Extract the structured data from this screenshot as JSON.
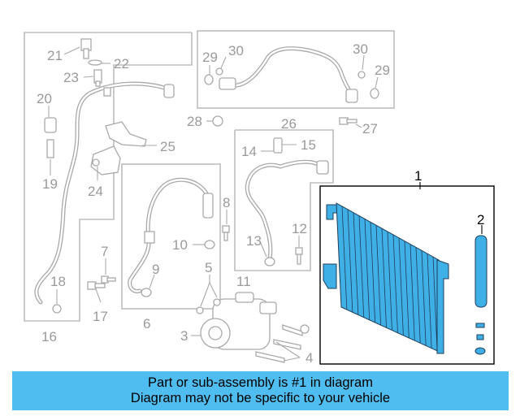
{
  "callouts": {
    "n1": "1",
    "n2": "2",
    "n3": "3",
    "n4": "4",
    "n5": "5",
    "n6": "6",
    "n7": "7",
    "n8": "8",
    "n9": "9",
    "n10": "10",
    "n11": "11",
    "n12": "12",
    "n13": "13",
    "n14": "14",
    "n15": "15",
    "n16": "16",
    "n17": "17",
    "n18": "18",
    "n19": "19",
    "n20": "20",
    "n21": "21",
    "n22": "22",
    "n23": "23",
    "n24": "24",
    "n25": "25",
    "n26": "26",
    "n27": "27",
    "n28": "28",
    "n29a": "29",
    "n29b": "29",
    "n30a": "30",
    "n30b": "30"
  },
  "banner": {
    "line1": "Part or sub-assembly is #1 in diagram",
    "line2": "Diagram may not be specific to your vehicle"
  },
  "colors": {
    "highlight": "#3fb0e6",
    "banner_background": "#50bdf0",
    "line_gray": "#a9a9a9"
  }
}
